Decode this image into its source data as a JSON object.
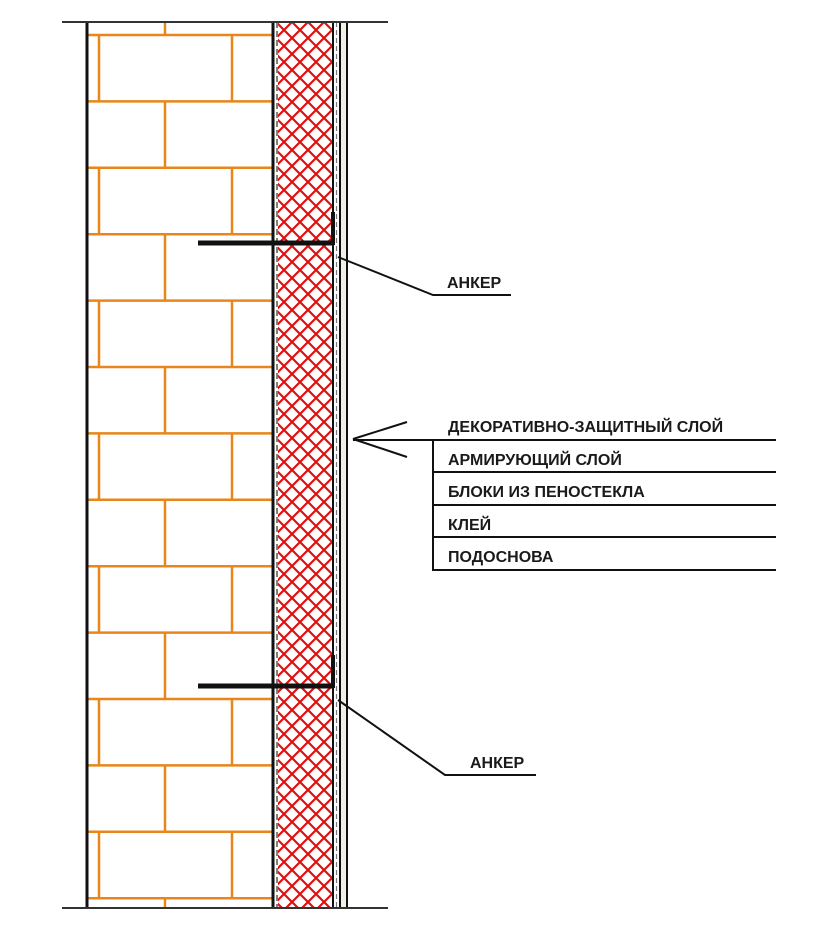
{
  "title": "Wall insulation section with foam glass blocks",
  "anchors": [
    {
      "label": "АНКЕР"
    },
    {
      "label": "АНКЕР"
    }
  ],
  "layers": [
    {
      "label": "ДЕКОРАТИВНО-ЗАЩИТНЫЙ СЛОЙ"
    },
    {
      "label": "АРМИРУЮЩИЙ СЛОЙ"
    },
    {
      "label": "БЛОКИ ИЗ ПЕНОСТЕКЛА"
    },
    {
      "label": "КЛЕЙ"
    },
    {
      "label": "ПОДОСНОВА"
    }
  ],
  "colors": {
    "brick_joint": "#e8861a",
    "insulation_hatch": "#e01010",
    "line": "#111111"
  }
}
